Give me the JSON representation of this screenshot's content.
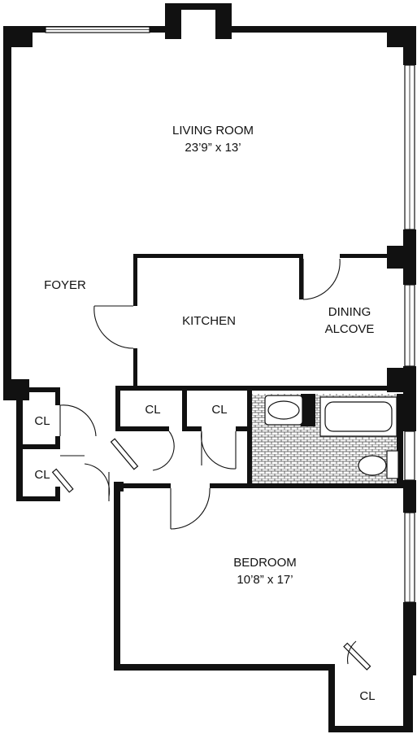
{
  "rooms": {
    "living_room": {
      "name": "LIVING ROOM",
      "size": "23’9” x 13’"
    },
    "foyer": {
      "name": "FOYER"
    },
    "kitchen": {
      "name": "KITCHEN"
    },
    "dining": {
      "line1": "DINING",
      "line2": "ALCOVE"
    },
    "bedroom": {
      "name": "BEDROOM",
      "size": "10’8” x 17’"
    },
    "closets": [
      "CL",
      "CL",
      "CL",
      "CL",
      "CL"
    ]
  },
  "colors": {
    "wall": "#111111",
    "background": "#ffffff",
    "tile": "#555555"
  }
}
